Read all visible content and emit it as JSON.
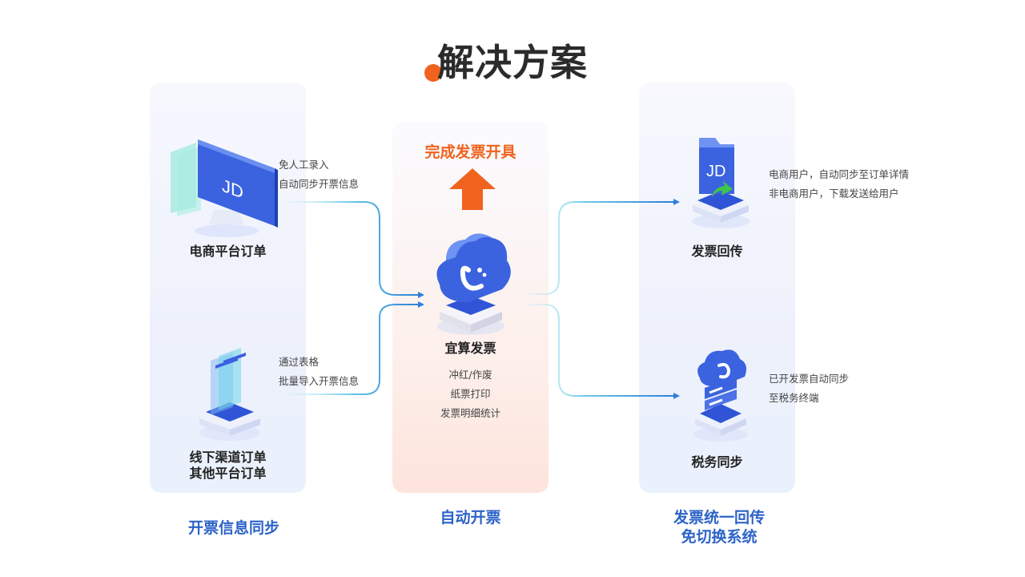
{
  "title": "解决方案",
  "colors": {
    "accent_orange": "#f0631e",
    "accent_blue": "#2d63c8",
    "connector": "#4aa6e0"
  },
  "left_column": {
    "nodes": [
      {
        "label": "电商平台订单",
        "icon": "jd-monitor-icon",
        "note_lines": [
          "免人工录入",
          "自动同步开票信息"
        ]
      },
      {
        "label_lines": [
          "线下渠道订单",
          "其他平台订单"
        ],
        "icon": "stacked-sheets-icon",
        "note_lines": [
          "通过表格",
          "批量导入开票信息"
        ]
      }
    ],
    "bottom_label": "开票信息同步"
  },
  "middle_column": {
    "top_action": "完成发票开具",
    "arrow_icon": "up-arrow-icon",
    "node": {
      "label": "宜算发票",
      "icon": "cloud-logo-icon"
    },
    "features": [
      "冲红/作废",
      "纸票打印",
      "发票明细统计"
    ],
    "bottom_label": "自动开票"
  },
  "right_column": {
    "nodes": [
      {
        "label": "发票回传",
        "icon": "jd-folder-icon",
        "note_lines": [
          "电商用户，自动同步至订单详情",
          "非电商用户，下载发送给用户"
        ]
      },
      {
        "label": "税务同步",
        "icon": "cloud-server-icon",
        "note_lines": [
          "已开发票自动同步",
          "至税务终端"
        ]
      }
    ],
    "bottom_label_lines": [
      "发票统一回传",
      "免切换系统"
    ]
  }
}
